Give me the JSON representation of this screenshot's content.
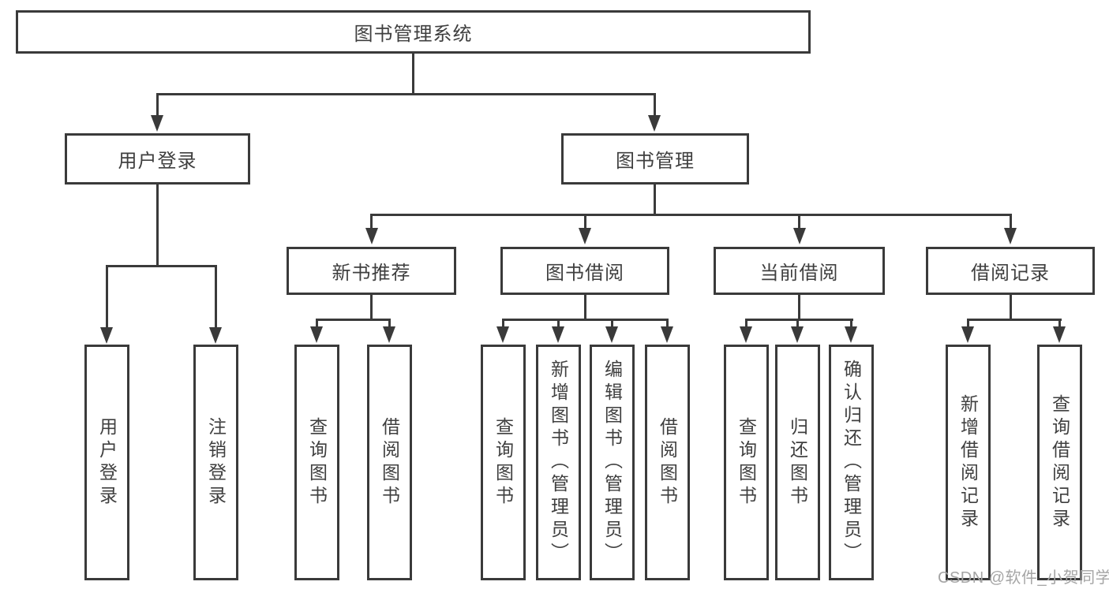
{
  "diagram": {
    "root": {
      "label": "图书管理系统"
    },
    "level2": [
      {
        "label": "用户登录"
      },
      {
        "label": "图书管理"
      }
    ],
    "level3": [
      {
        "label": "新书推荐"
      },
      {
        "label": "图书借阅"
      },
      {
        "label": "当前借阅"
      },
      {
        "label": "借阅记录"
      }
    ],
    "leaves": [
      {
        "label": "用户登录"
      },
      {
        "label": "注销登录"
      },
      {
        "label": "查询图书"
      },
      {
        "label": "借阅图书"
      },
      {
        "label": "查询图书"
      },
      {
        "label": "新增图书（管理员）"
      },
      {
        "label": "编辑图书（管理员）"
      },
      {
        "label": "借阅图书"
      },
      {
        "label": "查询图书"
      },
      {
        "label": "归还图书"
      },
      {
        "label": "确认归还（管理员）"
      },
      {
        "label": "新增借阅记录"
      },
      {
        "label": "查询借阅记录"
      }
    ]
  },
  "colors": {
    "line": "#3a3a3a",
    "text": "#3f3f3f",
    "watermark": "#a5a5a5"
  },
  "watermark": {
    "text": "CSDN @软件_小贺同学"
  }
}
